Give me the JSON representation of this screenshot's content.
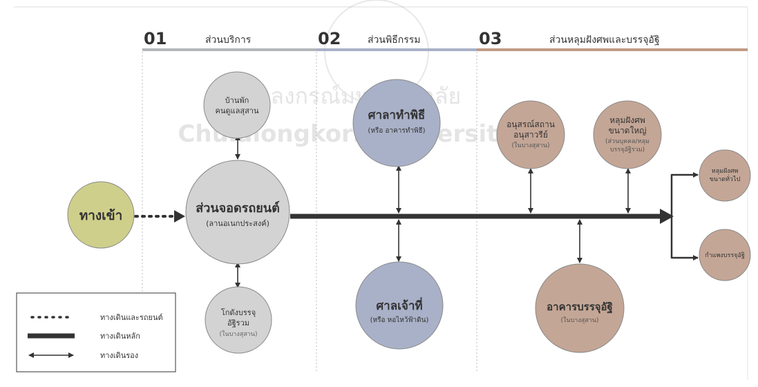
{
  "sections": [
    {
      "num": "01",
      "label": "ส่วนบริการ"
    },
    {
      "num": "02",
      "label": "ส่วนพิธีกรรม"
    },
    {
      "num": "03",
      "label": "ส่วนหลุมฝังศพและบรรจุอัฐิ"
    }
  ],
  "watermark": {
    "thai": "จุฬาลงกรณ์มหาวิทยาลัย",
    "english": "Chulalongkorn University"
  },
  "nodes": {
    "entrance": {
      "title": "ทางเข้า",
      "sub": "",
      "color": "#cfcf8c"
    },
    "staff_house": {
      "title": "บ้านพัก",
      "title2": "คนดูแลสุสาน",
      "color": "#d3d3d3"
    },
    "parking": {
      "title": "ส่วนจอดรถยนต์",
      "sub": "(ลานอเนกประสงค์)",
      "color": "#d3d3d3"
    },
    "ossuary_storage": {
      "title": "โกดังบรรจุ",
      "title2": "อัฐิรวม",
      "sub": "(ในบางสุสาน)",
      "color": "#d3d3d3"
    },
    "ceremony_hall": {
      "title": "ศาลาทำพิธี",
      "sub": "(หรือ อาคารทำพิธี)",
      "color": "#a9b1c8"
    },
    "shrine": {
      "title": "ศาลเจ้าที่",
      "sub": "(หรือ หอไหว้ฟ้าดิน)",
      "color": "#a9b1c8"
    },
    "monument": {
      "title": "อนุสรณ์สถาน",
      "title2": "อนุสาวรีย์",
      "sub": "(ในบางสุสาน)",
      "color": "#c4a696"
    },
    "large_grave": {
      "title": "หลุมฝังศพ",
      "title2": "ขนาดใหญ่",
      "sub": "(ส่วนบุคคล/หลุม",
      "sub2": "บรรจุอัฐิรวม)",
      "color": "#c4a696"
    },
    "ossuary_building": {
      "title": "อาคารบรรจุอัฐิ",
      "sub": "(ในบางสุสาน)",
      "color": "#c4a696"
    },
    "general_grave": {
      "title": "หลุมฝังศพ",
      "title2": "ขนาดทั่วไป",
      "color": "#c4a696"
    },
    "ossuary_wall": {
      "title": "กำแพงบรรจุอัฐิ",
      "color": "#c4a696"
    }
  },
  "legend": [
    {
      "type": "dotted",
      "label": "ทางเดินและรถยนต์"
    },
    {
      "type": "main",
      "label": "ทางเดินหลัก"
    },
    {
      "type": "double-arrow",
      "label": "ทางเดินรอง"
    }
  ],
  "colors": {
    "section1_bar": "#b3b6ba",
    "section2_bar": "#a9b1c8",
    "section3_bar": "#c09a84",
    "line": "#333333"
  }
}
